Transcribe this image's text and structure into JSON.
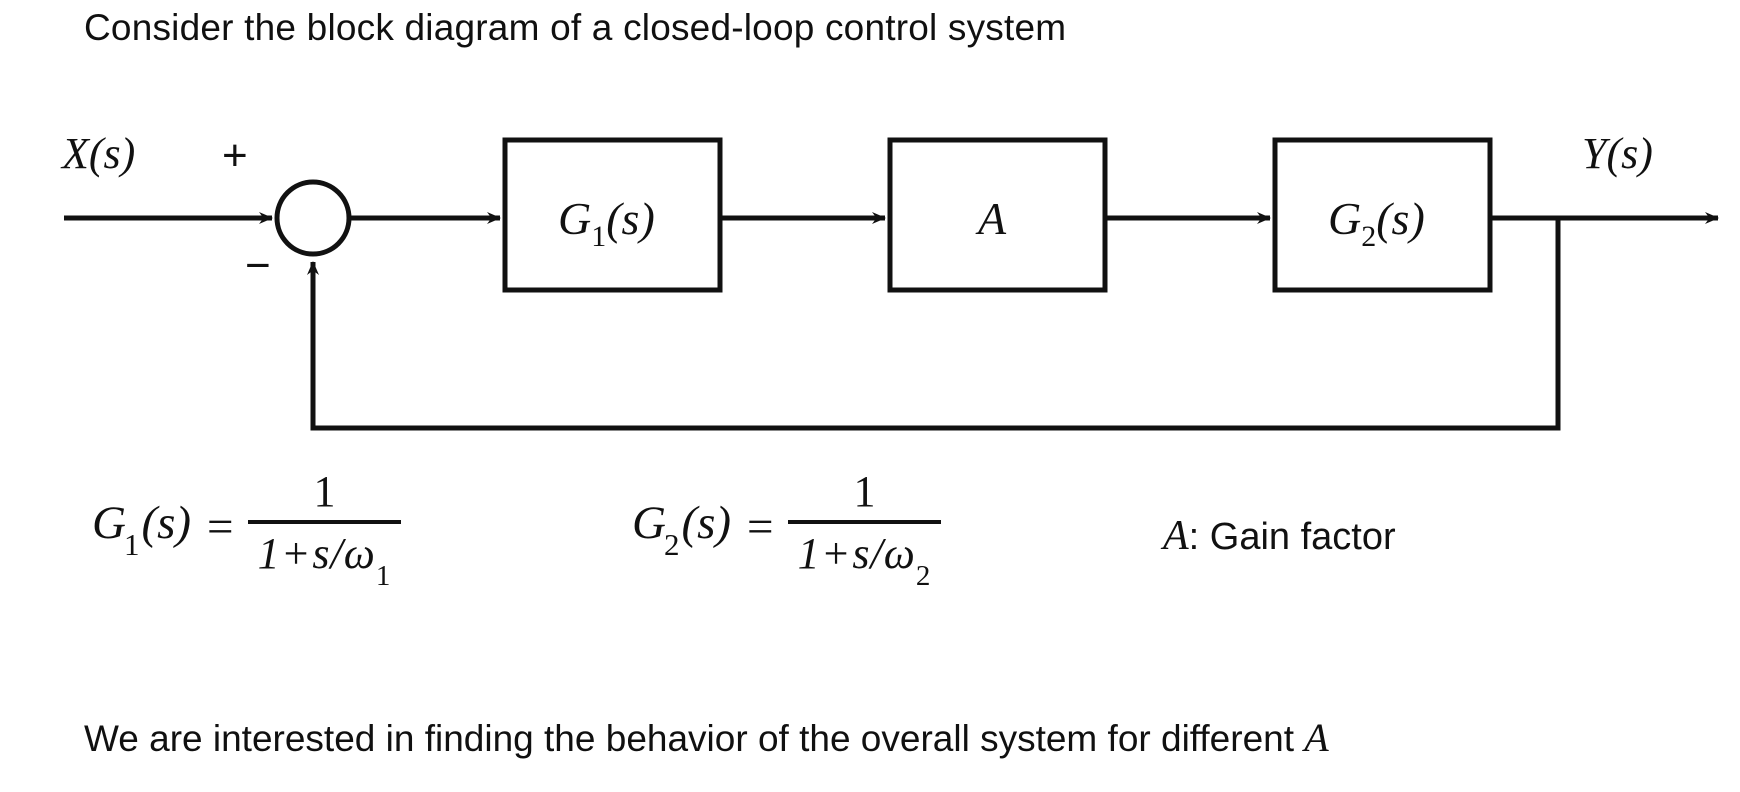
{
  "document": {
    "heading": "Consider the block diagram of a closed-loop control system",
    "footer_text": "We are interested in finding the behavior of the overall system for different ",
    "footer_variable": "A",
    "ink_color": "#111111",
    "background_color": "#ffffff"
  },
  "diagram": {
    "type": "block-diagram",
    "name": "closed-loop-control-system",
    "input_signal": "X(s)",
    "output_signal": "Y(s)",
    "summing_junction": {
      "name": "summing-junction",
      "plus_sign": "+",
      "minus_sign": "−",
      "plus_input": "X(s)",
      "minus_input": "feedback"
    },
    "blocks": [
      {
        "id": "g1",
        "label_base": "G",
        "label_sub": "1",
        "label_tail": "(s)",
        "label_full": "G₁(s)"
      },
      {
        "id": "a",
        "label_base": "A",
        "label_sub": "",
        "label_tail": "",
        "label_full": "A"
      },
      {
        "id": "g2",
        "label_base": "G",
        "label_sub": "2",
        "label_tail": "(s)",
        "label_full": "G₂(s)"
      }
    ],
    "feedback_path": "unity negative feedback from output to summing junction"
  },
  "formulas": {
    "g1": {
      "lhs_base": "G",
      "lhs_sub": "1",
      "lhs_tail": "(s)",
      "equals": "=",
      "numerator": "1",
      "den_one": "1",
      "den_op": "+",
      "den_var": "s/",
      "den_omega": "ω",
      "den_sub": "1"
    },
    "g2": {
      "lhs_base": "G",
      "lhs_sub": "2",
      "lhs_tail": "(s)",
      "equals": "=",
      "numerator": "1",
      "den_one": "1",
      "den_op": "+",
      "den_var": "s/",
      "den_omega": "ω",
      "den_sub": "2"
    },
    "gain_note": {
      "variable": "A",
      "description": ": Gain factor"
    }
  }
}
